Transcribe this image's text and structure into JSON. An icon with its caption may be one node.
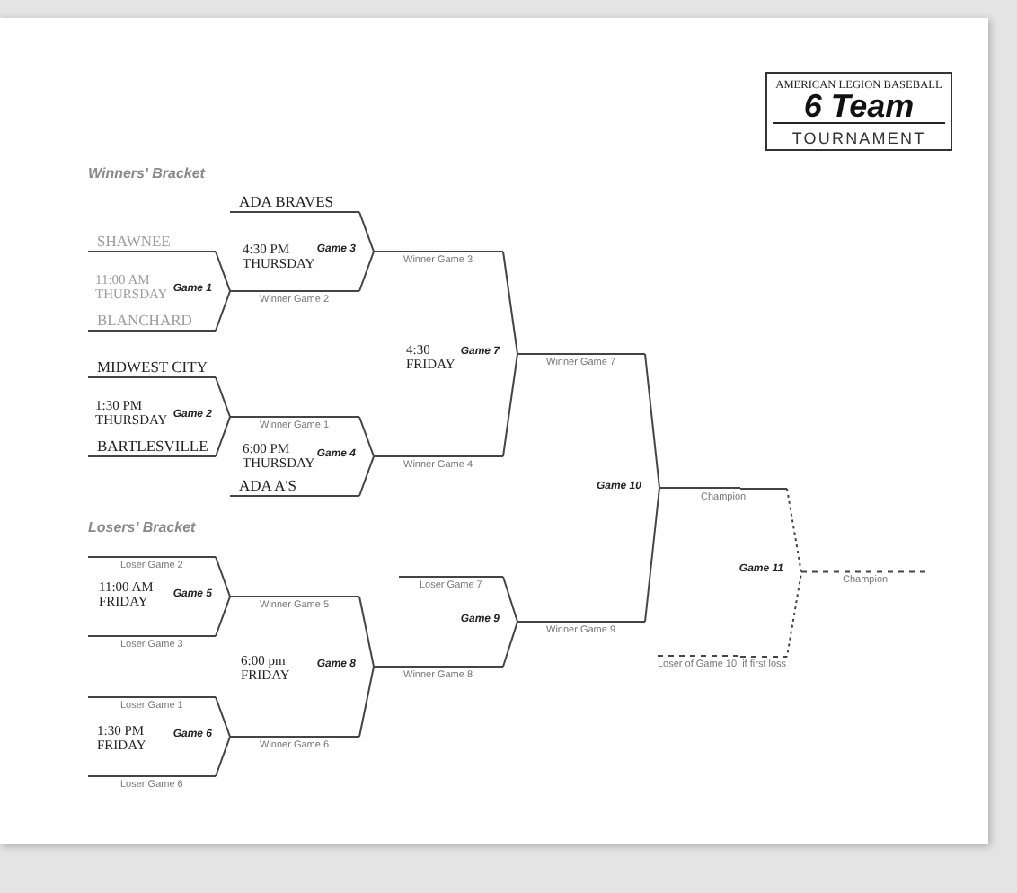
{
  "diagram": {
    "nodes": [
      {
        "text": [
          "AMERICAN LEGION BASEBALL",
          "6 Team",
          "TOURNAMENT"
        ]
      },
      {
        "text": [
          "Game 1"
        ],
        "beside": [
          "11:00 AM THURSDAY"
        ]
      },
      {
        "text": [
          "Game 2"
        ],
        "beside": [
          "1:30 PM THURSDAY"
        ]
      },
      {
        "text": [
          "Game 3"
        ],
        "beside": [
          "4:30 PM THURSDAY"
        ]
      },
      {
        "text": [
          "Game 4"
        ],
        "beside": [
          "6:00 PM THURSDAY"
        ]
      },
      {
        "text": [
          "Game 7"
        ],
        "beside": [
          "4:30 FRIDAY"
        ]
      },
      {
        "text": [
          "Game 5"
        ],
        "beside": [
          "11:00 AM FRIDAY"
        ]
      },
      {
        "text": [
          "Game 6"
        ],
        "beside": [
          "1:30 PM FRIDAY"
        ]
      },
      {
        "text": [
          "Game 8"
        ],
        "beside": [
          "6:00 pm FRIDAY"
        ]
      },
      {
        "text": [
          "Game 9"
        ]
      },
      {
        "text": [
          "Game 10"
        ]
      },
      {
        "text": [
          "Game 11"
        ]
      }
    ],
    "edges": [
      {
        "from": null,
        "to": 1,
        "arrow": "none",
        "label": "SHAWNEE"
      },
      {
        "from": null,
        "to": 1,
        "arrow": "none",
        "label": "BLANCHARD"
      },
      {
        "from": null,
        "to": 2,
        "arrow": "none",
        "label": "MIDWEST CITY"
      },
      {
        "from": null,
        "to": 2,
        "arrow": "none",
        "label": "BARTLESVILLE"
      },
      {
        "from": null,
        "to": 3,
        "arrow": "none",
        "label": "ADA BRAVES"
      },
      {
        "from": 1,
        "to": 3,
        "arrow": "none",
        "label": "Winner Game 2"
      },
      {
        "from": 2,
        "to": 4,
        "arrow": "none",
        "label": "Winner Game 1"
      },
      {
        "from": null,
        "to": 4,
        "arrow": "none",
        "label": "ADA A'S"
      },
      {
        "from": 3,
        "to": 5,
        "arrow": "none",
        "label": "Winner Game 3"
      },
      {
        "from": 4,
        "to": 5,
        "arrow": "none",
        "label": "Winner Game 4"
      },
      {
        "from": null,
        "to": 6,
        "arrow": "none",
        "label": "Loser Game 2"
      },
      {
        "from": null,
        "to": 6,
        "arrow": "none",
        "label": "Loser Game 3"
      },
      {
        "from": null,
        "to": 7,
        "arrow": "none",
        "label": "Loser Game 1"
      },
      {
        "from": null,
        "to": 7,
        "arrow": "none",
        "label": "Loser Game 6"
      },
      {
        "from": 6,
        "to": 8,
        "arrow": "none",
        "label": "Winner Game 5"
      },
      {
        "from": 7,
        "to": 8,
        "arrow": "none",
        "label": "Winner Game 6"
      },
      {
        "from": null,
        "to": 9,
        "arrow": "none",
        "label": "Loser Game 7"
      },
      {
        "from": 8,
        "to": 9,
        "arrow": "none",
        "label": "Winner Game 8"
      },
      {
        "from": 5,
        "to": 10,
        "arrow": "none",
        "label": "Winner Game 7"
      },
      {
        "from": 9,
        "to": 10,
        "arrow": "none",
        "label": "Winner Game 9"
      },
      {
        "from": 10,
        "to": 11,
        "arrow": "none",
        "label": "Champion"
      },
      {
        "from": null,
        "to": 11,
        "arrow": "none",
        "label": "Loser of Game 10, if first loss",
        "style": "dashed"
      },
      {
        "from": 11,
        "to": null,
        "arrow": "none",
        "label": "Champion",
        "style": "dashed"
      }
    ],
    "labels": [
      "Winners' Bracket",
      "Losers' Bracket"
    ]
  }
}
